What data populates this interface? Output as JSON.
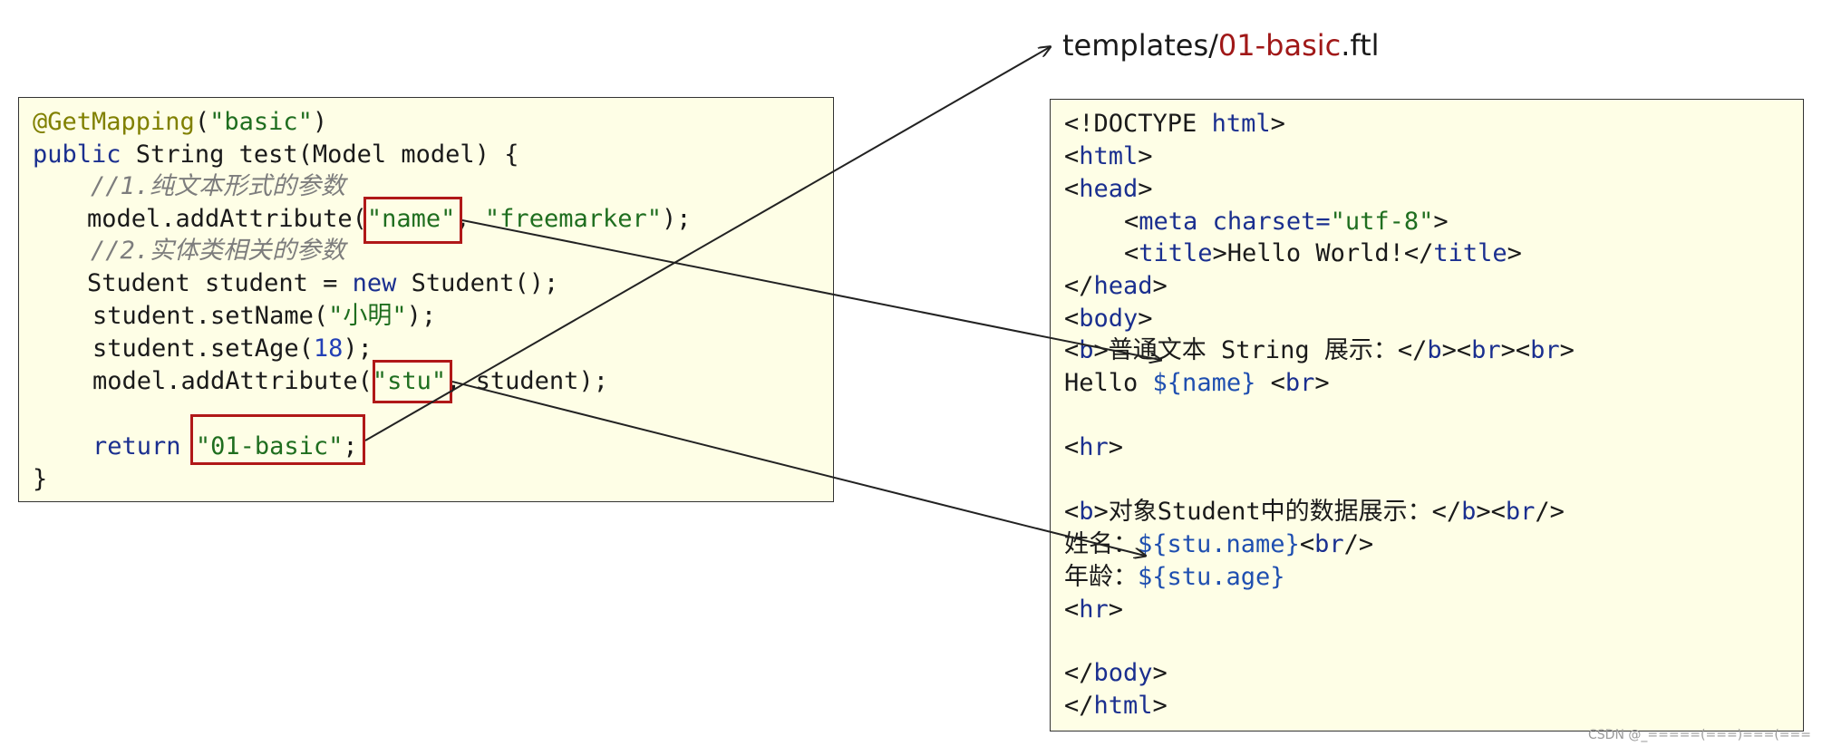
{
  "file_title": {
    "prefix": "templates/",
    "highlight": "01-basic",
    "suffix": ".ftl"
  },
  "java_code": {
    "l1": {
      "ann": "@GetMapping",
      "p1": "(",
      "s1": "\"basic\"",
      "p2": ")"
    },
    "l2": {
      "kw1": "public",
      "p1": " String ",
      "fn": "test",
      "p2": "(Model model) {"
    },
    "l3": {
      "comment": "//1.纯文本形式的参数"
    },
    "l4": {
      "p1": "model.addAttribute(",
      "s1": "\"name\"",
      "p2": ", ",
      "s2": "\"freemarker\"",
      "p3": ");"
    },
    "l5": {
      "comment": "//2.实体类相关的参数"
    },
    "l6": {
      "p1": "Student student = ",
      "kw": "new",
      "p2": " Student();"
    },
    "l7": {
      "p1": "student.setName(",
      "s1": "\"小明\"",
      "p2": ");"
    },
    "l8": {
      "p1": "student.setAge(",
      "num": "18",
      "p2": ");"
    },
    "l9": {
      "p1": "model.addAttribute(",
      "s1": "\"stu\"",
      "p2": ", student);"
    },
    "l10": {
      "kw": "return",
      "p1": " ",
      "s1": "\"01-basic\"",
      "p2": ";"
    },
    "l11": {
      "p1": "}"
    }
  },
  "html_code": {
    "l1": {
      "p1": "<!DOCTYPE ",
      "tag": "html",
      "p2": ">"
    },
    "l2": {
      "p1": "<",
      "tag": "html",
      "p2": ">"
    },
    "l3": {
      "p1": "<",
      "tag": "head",
      "p2": ">"
    },
    "l4": {
      "p1": "<",
      "tag": "meta",
      "p2": " ",
      "attr": "charset=",
      "val": "\"utf-8\"",
      "p3": ">"
    },
    "l5": {
      "p1": "<",
      "tag": "title",
      "p2": ">Hello World!</",
      "tag2": "title",
      "p3": ">"
    },
    "l6": {
      "p1": "</",
      "tag": "head",
      "p2": ">"
    },
    "l7": {
      "p1": "<",
      "tag": "body",
      "p2": ">"
    },
    "l8": {
      "p1": "<",
      "tag": "b",
      "p2": ">普通文本 String 展示：</",
      "tag2": "b",
      "p3": "><",
      "tag3": "br",
      "p4": "><",
      "tag4": "br",
      "p5": ">"
    },
    "l9": {
      "p1": "Hello ",
      "var": "${name}",
      "p2": " <",
      "tag": "br",
      "p3": ">"
    },
    "l10": {
      "p1": "<",
      "tag": "hr",
      "p2": ">"
    },
    "l11": {
      "p1": "<",
      "tag": "b",
      "p2": ">对象Student中的数据展示：</",
      "tag2": "b",
      "p3": "><",
      "tag3": "br",
      "p4": "/>"
    },
    "l12": {
      "p1": "姓名：",
      "var": "${stu.name}",
      "p2": "<",
      "tag": "br",
      "p3": "/>"
    },
    "l13": {
      "p1": "年龄：",
      "var": "${stu.age}"
    },
    "l14": {
      "p1": "<",
      "tag": "hr",
      "p2": ">"
    },
    "l15": {
      "p1": "</",
      "tag": "body",
      "p2": ">"
    },
    "l16": {
      "p1": "</",
      "tag": "html",
      "p2": ">"
    }
  },
  "watermark": "CSDN @_=====(===)===(===",
  "colors": {
    "panel_bg": "#fefee6",
    "highlight_box": "#b01818",
    "arrow": "#222222",
    "title_accent": "#a01818"
  }
}
